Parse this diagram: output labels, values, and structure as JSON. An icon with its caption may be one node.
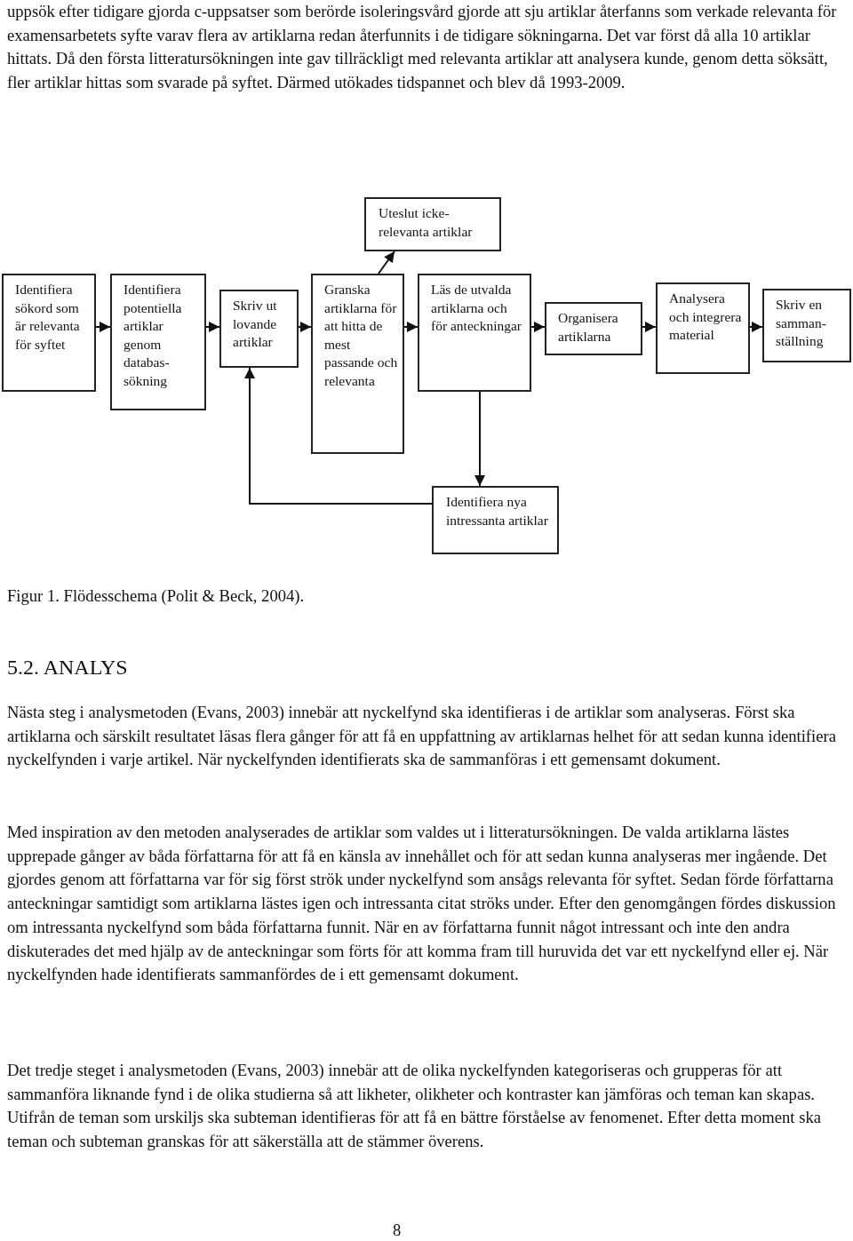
{
  "diagram": {
    "nodes": [
      {
        "text": [
          "Uteslut icke-relevanta artiklar"
        ]
      },
      {
        "text": [
          "Identifiera sökord som är relevanta för syftet"
        ]
      },
      {
        "text": [
          "Identifiera potentiella artiklar genom databas-sökning"
        ]
      },
      {
        "text": [
          "Skriv ut lovande artiklar"
        ]
      },
      {
        "text": [
          "Granska artiklarna för att hitta de mest passande och relevanta"
        ]
      },
      {
        "text": [
          "Läs de utvalda artiklarna och för anteckningar"
        ]
      },
      {
        "text": [
          "Organisera artiklarna"
        ]
      },
      {
        "text": [
          "Analysera och integrera material"
        ]
      },
      {
        "text": [
          "Skriv en samman-ställning"
        ]
      },
      {
        "text": [
          "Identifiera nya intressanta artiklar"
        ]
      }
    ],
    "edges": [
      {
        "from": 1,
        "to": 2,
        "arrow": "to"
      },
      {
        "from": 2,
        "to": 3,
        "arrow": "to"
      },
      {
        "from": 3,
        "to": 4,
        "arrow": "to"
      },
      {
        "from": 4,
        "to": 0,
        "arrow": "to"
      },
      {
        "from": 4,
        "to": 5,
        "arrow": "to"
      },
      {
        "from": 5,
        "to": 6,
        "arrow": "to"
      },
      {
        "from": 6,
        "to": 7,
        "arrow": "to"
      },
      {
        "from": 7,
        "to": 8,
        "arrow": "to"
      },
      {
        "from": 5,
        "to": 9,
        "arrow": "to"
      },
      {
        "from": 9,
        "to": 3,
        "arrow": "to"
      }
    ],
    "labels": [
      "uppsök efter tidigare gjorda c-uppsatser som berörde isoleringsvård gjorde att sju artiklar återfanns som verkade relevanta för examensarbetets syfte varav flera av artiklarna redan återfunnits i de tidigare sökningarna. Det var först då alla 10 artiklar hittats. Då den första litteratursökningen inte gav tillräckligt med relevanta artiklar att analysera kunde, genom detta söksätt, fler artiklar hittas som svarade på syftet. Därmed utökades tidspannet och blev då 1993-2009.",
      "Figur 1. Flödesschema (Polit & Beck, 2004).",
      "5.2. ANALYS",
      "Nästa steg i analysmetoden (Evans, 2003) innebär att nyckelfynd ska identifieras i de artiklar som analyseras. Först ska artiklarna och särskilt resultatet läsas flera gånger för att få en uppfattning av artiklarnas helhet för att sedan kunna identifiera nyckelfynden i varje artikel. När nyckelfynden identifierats ska de sammanföras i ett gemensamt dokument.",
      "Med inspiration av den metoden analyserades de artiklar som valdes ut i litteratursökningen. De valda artiklarna lästes upprepade gånger av båda författarna för att få en känsla av innehållet och för att sedan kunna analyseras mer ingående. Det gjordes genom att författarna var för sig först strök under nyckelfynd som ansågs relevanta för syftet. Sedan förde författarna anteckningar samtidigt som artiklarna lästes igen och intressanta citat ströks under. Efter den genomgången fördes diskussion om intressanta nyckelfynd som båda författarna funnit. När en av författarna funnit något intressant och inte den andra diskuterades det med hjälp av de anteckningar som förts för att komma fram till huruvida det var ett nyckelfynd eller ej. När nyckelfynden hade identifierats sammanfördes de i ett gemensamt dokument.",
      "Det tredje steget i analysmetoden (Evans, 2003) innebär att de olika nyckelfynden kategoriseras och grupperas för att sammanföra liknande fynd i de olika studierna så att likheter, olikheter och kontraster kan jämföras och teman kan skapas. Utifrån de teman som urskiljs ska subteman identifieras för att få en bättre förståelse av fenomenet. Efter detta moment ska teman och subteman granskas för att säkerställa att de stämmer överens.",
      "8"
    ]
  }
}
